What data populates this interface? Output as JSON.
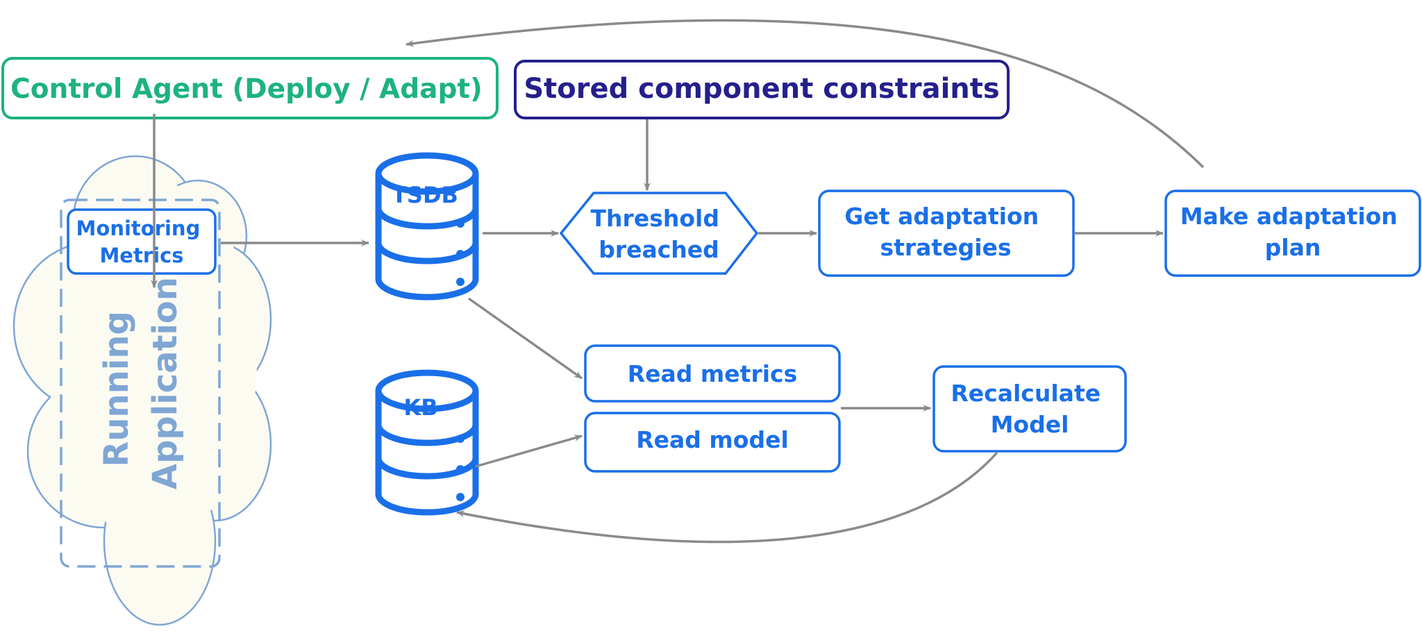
{
  "colors": {
    "control": "#1db37e",
    "constraints": "#241f8c",
    "primary": "#1a6fe8",
    "app": "#7fa6d4",
    "cloud_fill": "#fbfbf2",
    "arrow": "#8a8a8a"
  },
  "nodes": {
    "control_agent": "Control Agent (Deploy / Adapt)",
    "stored_constraints": "Stored component constraints",
    "monitoring_metrics": [
      "Monitoring",
      "Metrics"
    ],
    "running_application": [
      "Running",
      "Application"
    ],
    "tsdb": "TSDB",
    "kb": "KB",
    "threshold_breached": [
      "Threshold",
      "breached"
    ],
    "get_adaptation_strategies": [
      "Get adaptation",
      "strategies"
    ],
    "make_adaptation_plan": [
      "Make adaptation",
      "plan"
    ],
    "read_metrics": "Read metrics",
    "read_model": "Read model",
    "recalculate_model": [
      "Recalculate",
      "Model"
    ]
  }
}
